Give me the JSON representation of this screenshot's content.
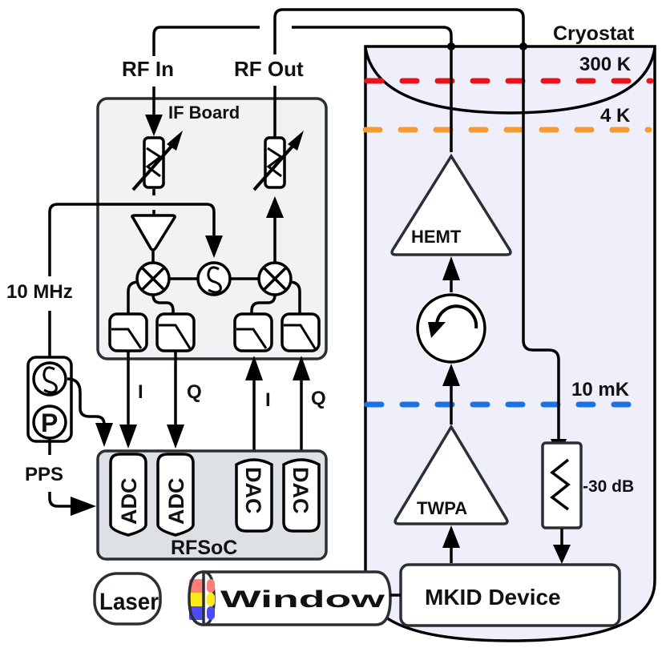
{
  "labels": {
    "rf_in": "RF In",
    "rf_out": "RF Out",
    "if_board": "IF Board",
    "cryostat": "Cryostat",
    "temp_300k": "300 K",
    "temp_4k": "4 K",
    "temp_10mk": "10 mK",
    "ten_mhz": "10 MHz",
    "pps": "PPS",
    "i_adc": "I",
    "q_adc": "Q",
    "i_dac": "I",
    "q_dac": "Q",
    "adc1": "ADC",
    "adc2": "ADC",
    "dac1": "DAC",
    "dac2": "DAC",
    "rfsoc": "RFSoC",
    "hemt": "HEMT",
    "twpa": "TWPA",
    "attenuation": "-30 dB",
    "laser": "Laser",
    "window": "Window",
    "mkid": "MKID Device"
  },
  "colors": {
    "if_board_fill": "#f1f2f4",
    "rfsoc_fill": "#dde0e4",
    "cryostat_fill": "#efeffb",
    "temp_300k": "#e8141c",
    "temp_4k": "#f79a30",
    "temp_10mk": "#1a73e0",
    "beam_red": "#ff7e7a",
    "beam_yellow": "#ffeb1a",
    "beam_blue": "#4b4cff"
  }
}
